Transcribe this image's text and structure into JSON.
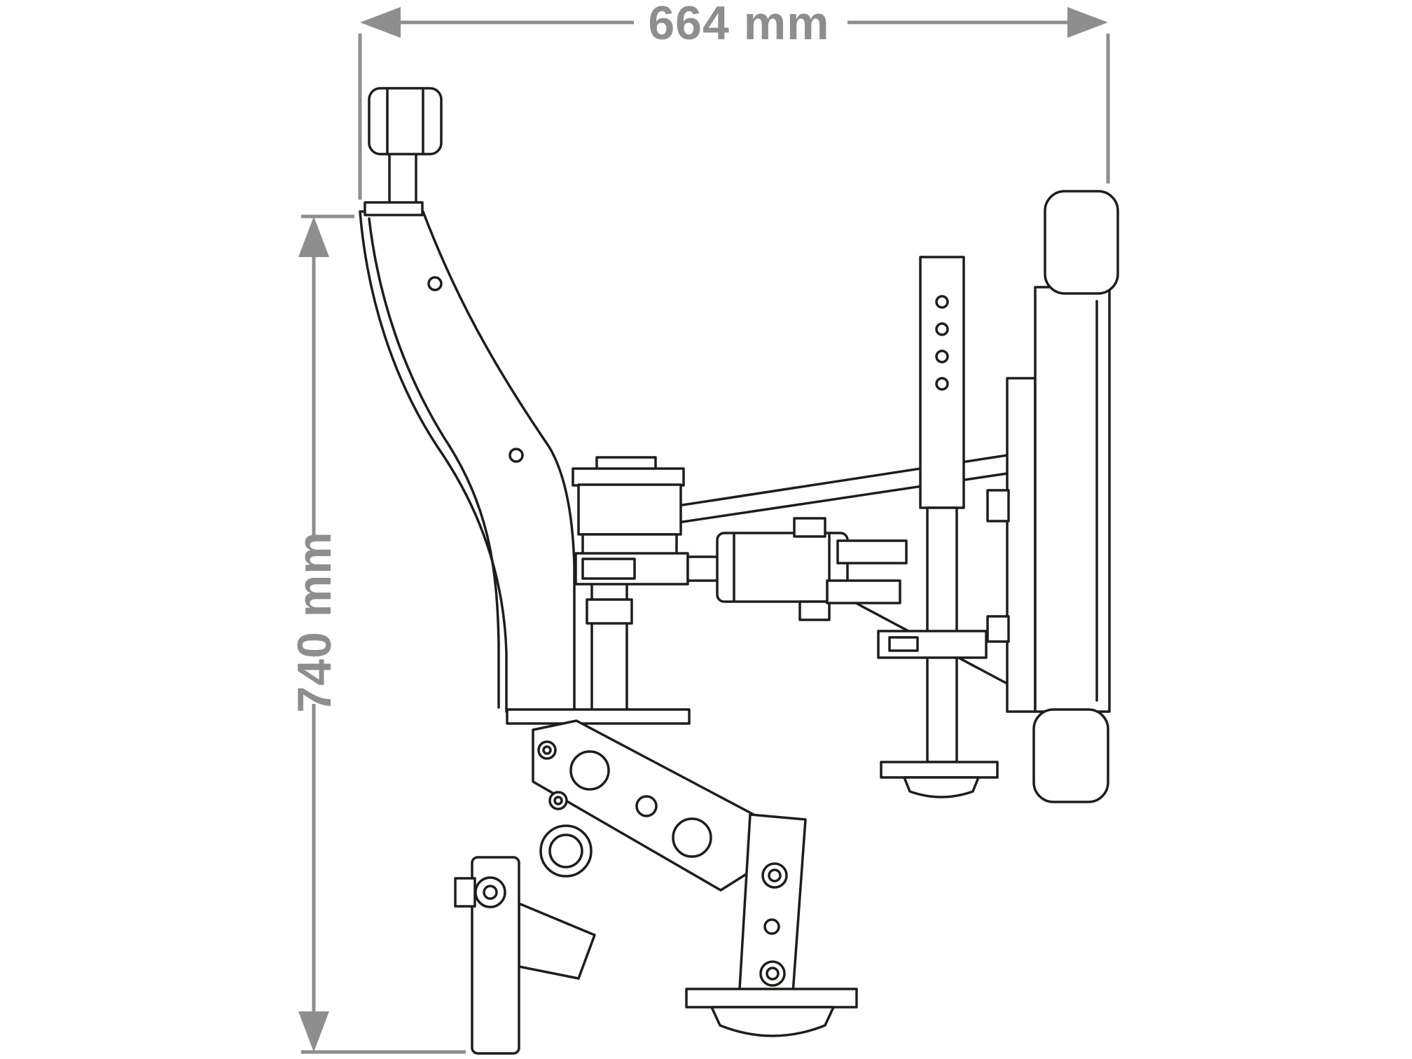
{
  "diagram": {
    "type": "technical-dimension-drawing",
    "subject": "implement-attachment-side-view",
    "background_color": "#ffffff",
    "line_color": "#1d1d1b",
    "dimension_color": "#8e8e8e",
    "dimensions": {
      "width": {
        "label": "664 mm",
        "orientation": "horizontal"
      },
      "height": {
        "label": "740 mm",
        "orientation": "vertical"
      }
    }
  }
}
